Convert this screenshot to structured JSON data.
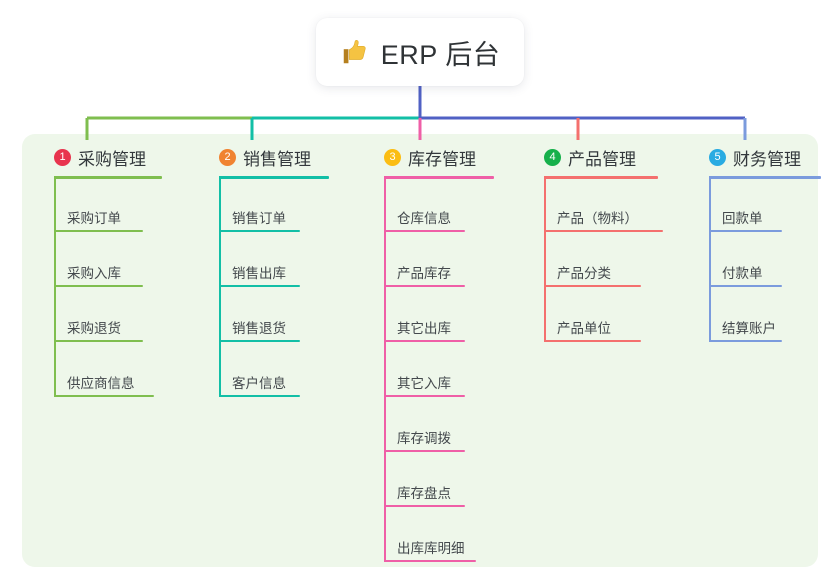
{
  "diagram": {
    "type": "mind-map",
    "root": {
      "label": "ERP 后台",
      "icon": "thumbs-up-icon"
    },
    "panel_color": "#eef7ea",
    "bus": {
      "segments": [
        {
          "name": "bus-green",
          "color": "#7fbe4f"
        },
        {
          "name": "bus-teal",
          "color": "#12bfa6"
        },
        {
          "name": "bus-blue",
          "color": "#5061c4"
        }
      ],
      "root_stem_color": "#5061c4"
    },
    "branches": [
      {
        "index": "1",
        "title": "采购管理",
        "badge_color": "#e8344e",
        "line_color": "#7fbe4f",
        "items": [
          {
            "label": "采购订单"
          },
          {
            "label": "采购入库"
          },
          {
            "label": "采购退货"
          },
          {
            "label": "供应商信息"
          }
        ]
      },
      {
        "index": "2",
        "title": "销售管理",
        "badge_color": "#f08331",
        "line_color": "#12bfa6",
        "items": [
          {
            "label": "销售订单"
          },
          {
            "label": "销售出库"
          },
          {
            "label": "销售退货"
          },
          {
            "label": "客户信息"
          }
        ]
      },
      {
        "index": "3",
        "title": "库存管理",
        "badge_color": "#fbbd13",
        "line_color": "#ef5fa7",
        "items": [
          {
            "label": "仓库信息"
          },
          {
            "label": "产品库存"
          },
          {
            "label": "其它出库"
          },
          {
            "label": "其它入库"
          },
          {
            "label": "库存调拨"
          },
          {
            "label": "库存盘点"
          },
          {
            "label": "出库库明细"
          }
        ]
      },
      {
        "index": "4",
        "title": "产品管理",
        "badge_color": "#16b04b",
        "line_color": "#f4706e",
        "items": [
          {
            "label": "产品（物料）"
          },
          {
            "label": "产品分类"
          },
          {
            "label": "产品单位"
          }
        ]
      },
      {
        "index": "5",
        "title": "财务管理",
        "badge_color": "#29abe2",
        "line_color": "#7b9bdd",
        "items": [
          {
            "label": "回款单"
          },
          {
            "label": "付款单"
          },
          {
            "label": "结算账户"
          }
        ]
      }
    ]
  }
}
